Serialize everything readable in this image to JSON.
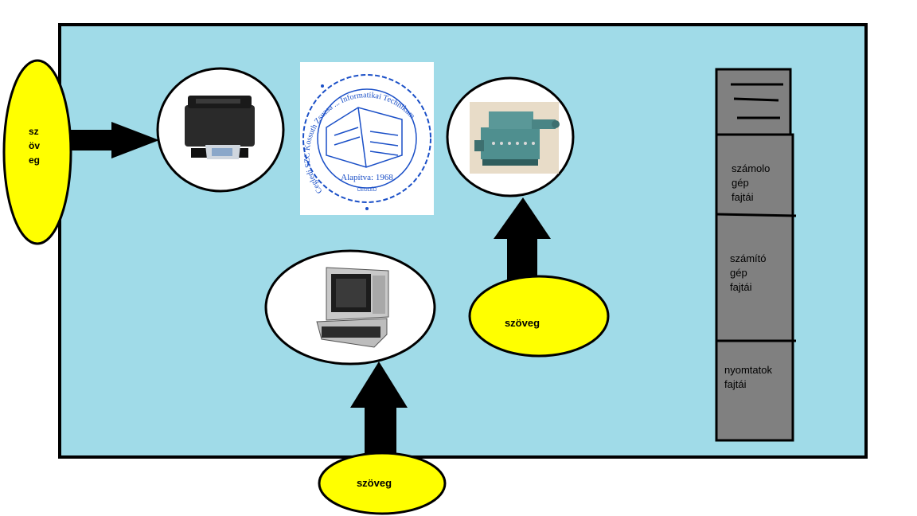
{
  "colors": {
    "canvas": "#a0dbe8",
    "bubble": "#ffff00",
    "circle_fill": "#ffffff",
    "panel_fill": "#808080",
    "stroke": "#000000",
    "logo_blue": "#1a4fc7"
  },
  "bubbles": {
    "left": "sz\növ\neg",
    "middle": "szöveg",
    "bottom": "szöveg"
  },
  "images": {
    "printer": "printer-icon",
    "stamp": "school-seal-stamp",
    "calculator": "mechanical-calculator-icon",
    "terminal": "computer-terminal-icon"
  },
  "stamp_text": {
    "ring": "Cegledi SZC Kossuth Zsuzsa ... Informatikai Technikum",
    "center": "Alapítva: 1968",
    "bottom": "CEGLÉD"
  },
  "side_panel": {
    "items": [
      {
        "label": "számolo\ngép\nfajtái"
      },
      {
        "label": "számító\ngép\nfajtái"
      },
      {
        "label": "nyomtatok\nfajtái"
      }
    ]
  }
}
